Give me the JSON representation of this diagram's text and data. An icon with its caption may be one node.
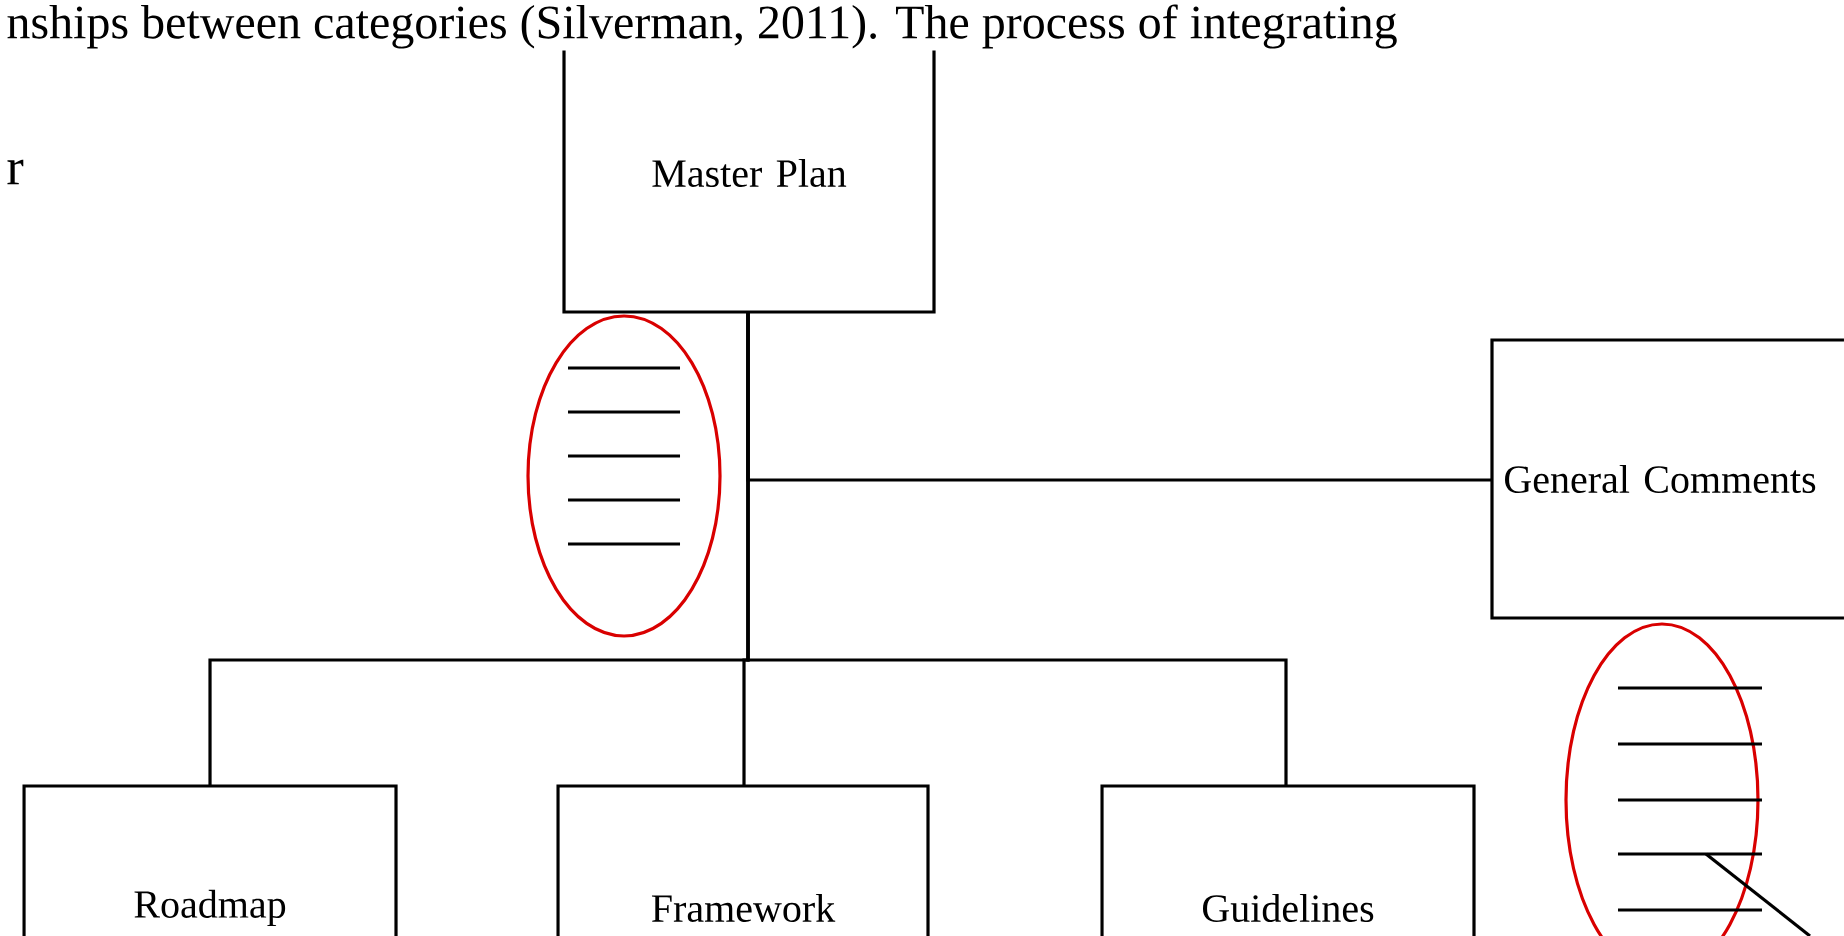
{
  "diagram": {
    "nodes": [
      {
        "text": [
          "Master Plan"
        ]
      },
      {
        "text": [
          "General Comments"
        ]
      },
      {
        "text": [
          "Roadmap"
        ]
      },
      {
        "text": [
          "Framework"
        ]
      },
      {
        "text": [
          "Guidelines"
        ]
      }
    ],
    "edges": [
      {
        "from": 0,
        "to": 1,
        "arrow": "none"
      },
      {
        "from": 0,
        "to": 2,
        "arrow": "none"
      },
      {
        "from": 0,
        "to": 3,
        "arrow": "none"
      },
      {
        "from": 0,
        "to": 4,
        "arrow": "none"
      }
    ],
    "labels": [
      "nships between categories (Silverman, 2011). The process of integrating",
      "r"
    ]
  }
}
